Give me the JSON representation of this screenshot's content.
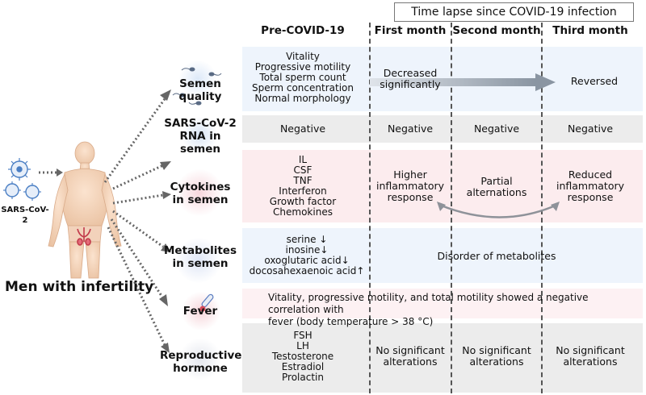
{
  "header": {
    "time_lapse": "Time lapse since COVID-19 infection",
    "columns": [
      "Pre-COVID-19",
      "First month",
      "Second month",
      "Third month"
    ]
  },
  "left": {
    "virus_label": "SARS-CoV-2",
    "subject_label": "Men with infertility"
  },
  "rows": {
    "semen_quality": {
      "label": "Semen quality",
      "pre": [
        "Vitality",
        "Progressive motility",
        "Total sperm count",
        "Sperm concentration",
        "Normal morphology"
      ],
      "first": [
        "Decreased",
        "significantly"
      ],
      "third": "Reversed"
    },
    "rna": {
      "label": [
        "SARS-CoV-2",
        "RNA in semen"
      ],
      "pre": "Negative",
      "first": "Negative",
      "second": "Negative",
      "third": "Negative"
    },
    "cytokines": {
      "label": [
        "Cytokines",
        "in semen"
      ],
      "pre": [
        "IL",
        "CSF",
        "TNF",
        "Interferon",
        "Growth factor",
        "Chemokines"
      ],
      "first": [
        "Higher",
        "inflammatory",
        "response"
      ],
      "second": [
        "Partial",
        "alternations"
      ],
      "third": [
        "Reduced",
        "inflammatory",
        "response"
      ]
    },
    "metabolites": {
      "label": [
        "Metabolites",
        "in semen"
      ],
      "pre": [
        "serine ↓",
        "inosine↓",
        "oxoglutaric acid↓",
        "docosahexaenoic acid↑"
      ],
      "span": "Disorder of metabolites"
    },
    "fever": {
      "label": "Fever",
      "text": [
        "Vitality, progressive motility, and total motility showed a negative correlation with",
        "fever (body temperature > 38 °C)"
      ]
    },
    "hormone": {
      "label": [
        "Reproductive",
        "hormone"
      ],
      "pre": [
        "FSH",
        "LH",
        "Testosterone",
        "Estradiol",
        "Prolactin"
      ],
      "first": [
        "No significant",
        "alterations"
      ],
      "second": [
        "No significant",
        "alterations"
      ],
      "third": [
        "No significant",
        "alterations"
      ]
    }
  }
}
